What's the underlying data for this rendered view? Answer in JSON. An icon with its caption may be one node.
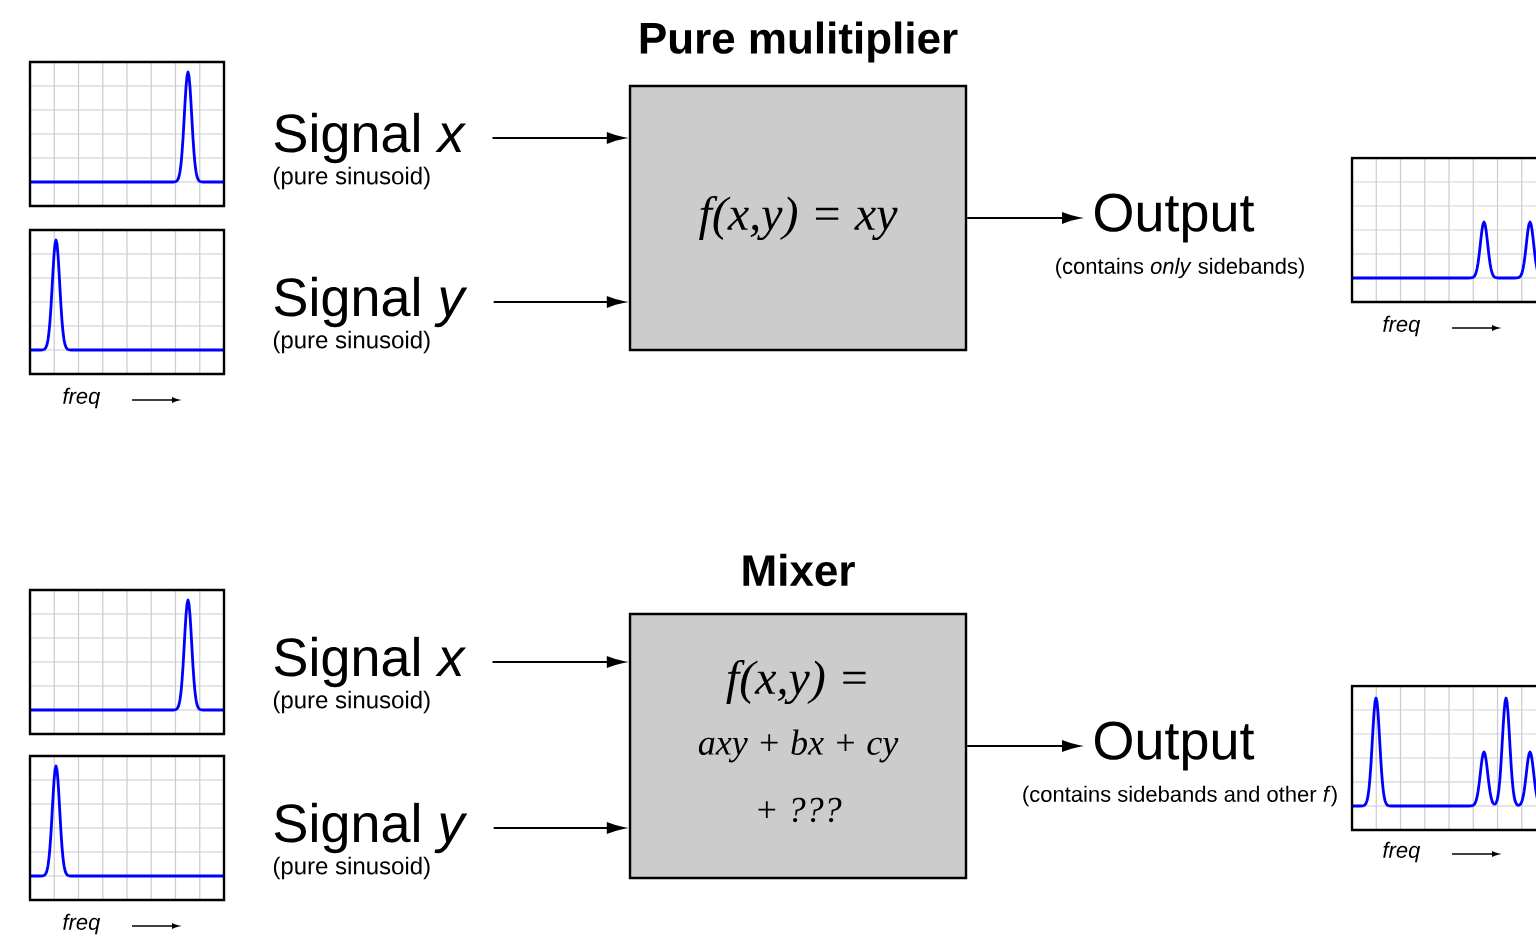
{
  "diagram": {
    "nodes": [
      {
        "text": [
          "Signal *x*",
          "(pure sinusoid)"
        ]
      },
      {
        "text": [
          "Signal *y*",
          "(pure sinusoid)"
        ]
      },
      {
        "text": [
          "Pure mulitiplier",
          "f(x,y) = xy"
        ]
      },
      {
        "text": [
          "Output",
          "(contains *only* sidebands)"
        ]
      },
      {
        "text": [
          "Signal *x*",
          "(pure sinusoid)"
        ]
      },
      {
        "text": [
          "Signal *y*",
          "(pure sinusoid)"
        ]
      },
      {
        "text": [
          "Mixer",
          "f(x,y) =",
          "axy + bx + cy",
          "+ ???"
        ]
      },
      {
        "text": [
          "Output",
          "(contains sidebands and other *f*)"
        ]
      }
    ],
    "edges": [
      {
        "from": 0,
        "to": 2,
        "arrow": "to"
      },
      {
        "from": 1,
        "to": 2,
        "arrow": "to"
      },
      {
        "from": 2,
        "to": 3,
        "arrow": "to"
      },
      {
        "from": 4,
        "to": 6,
        "arrow": "to"
      },
      {
        "from": 5,
        "to": 6,
        "arrow": "to"
      },
      {
        "from": 6,
        "to": 7,
        "arrow": "to"
      }
    ],
    "labels": [
      "freq",
      "freq",
      "freq",
      "freq"
    ]
  }
}
